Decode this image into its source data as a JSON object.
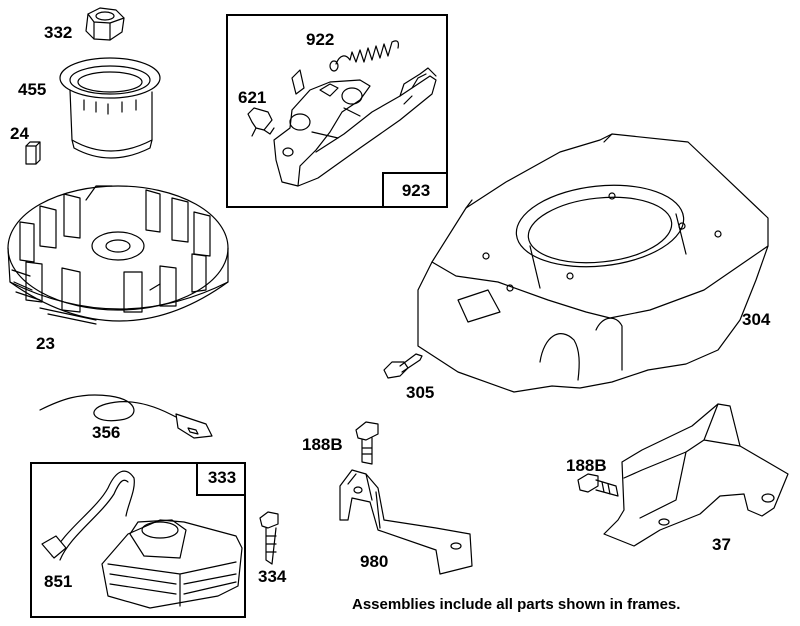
{
  "parts": [
    {
      "id": "p332",
      "label": "332",
      "icon": "hex-nut-icon"
    },
    {
      "id": "p455",
      "label": "455",
      "icon": "starter-cup-icon"
    },
    {
      "id": "p24",
      "label": "24",
      "icon": "flywheel-key-icon"
    },
    {
      "id": "p23",
      "label": "23",
      "icon": "flywheel-icon"
    },
    {
      "id": "p922",
      "label": "922",
      "icon": "governor-spring-icon"
    },
    {
      "id": "p621",
      "label": "621",
      "icon": "governor-link-icon"
    },
    {
      "id": "p923",
      "label": "923",
      "icon": "control-bracket-assembly-icon"
    },
    {
      "id": "p304",
      "label": "304",
      "icon": "blower-housing-icon"
    },
    {
      "id": "p305",
      "label": "305",
      "icon": "screw-icon"
    },
    {
      "id": "p356",
      "label": "356",
      "icon": "ground-wire-icon"
    },
    {
      "id": "p188B_a",
      "label": "188B",
      "icon": "screw-icon"
    },
    {
      "id": "p188B_b",
      "label": "188B",
      "icon": "screw-icon"
    },
    {
      "id": "p37",
      "label": "37",
      "icon": "cylinder-shield-icon"
    },
    {
      "id": "p333",
      "label": "333",
      "icon": "armature-assembly-icon"
    },
    {
      "id": "p851",
      "label": "851",
      "icon": "spark-plug-terminal-icon"
    },
    {
      "id": "p334",
      "label": "334",
      "icon": "screw-icon"
    },
    {
      "id": "p980",
      "label": "980",
      "icon": "control-bracket-icon"
    }
  ],
  "frames": {
    "upper_tag": "923",
    "lower_tag": "333"
  },
  "footer": {
    "note": "Assemblies include all parts shown in frames."
  },
  "colors": {
    "ink": "#000000",
    "paper": "#ffffff"
  }
}
